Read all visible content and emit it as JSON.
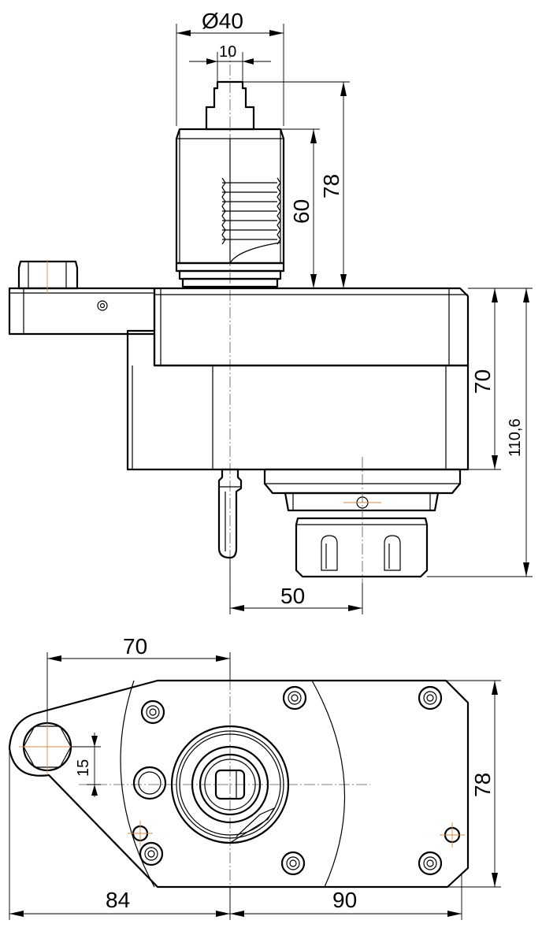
{
  "dimensions": {
    "top_view": {
      "diameter": "Ø40",
      "width_small": "10",
      "height_78": "78",
      "height_60": "60",
      "body_70": "70",
      "total_110_6": "110,6",
      "offset_50": "50"
    },
    "plan_view": {
      "dist_70": "70",
      "offset_15": "15",
      "height_78": "78",
      "dist_84": "84",
      "dist_90": "90"
    }
  }
}
